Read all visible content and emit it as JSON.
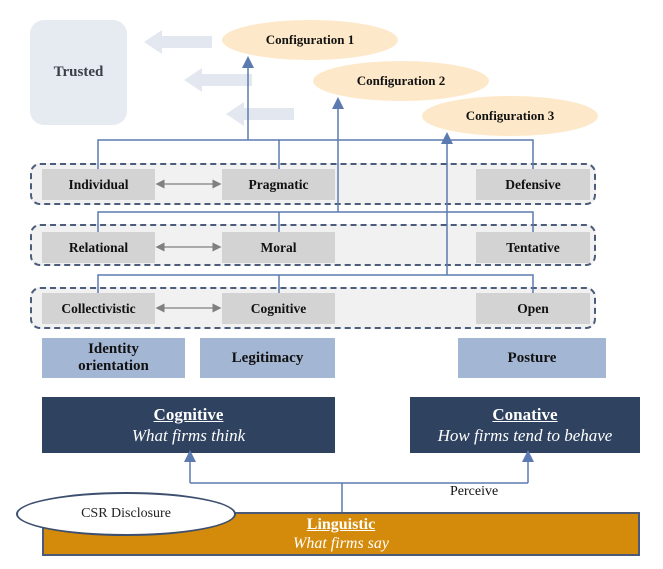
{
  "outcome": {
    "label": "Trusted"
  },
  "configurations": [
    {
      "label": "Configuration 1"
    },
    {
      "label": "Configuration 2"
    },
    {
      "label": "Configuration 3"
    }
  ],
  "rows": [
    {
      "identity": "Individual",
      "legitimacy": "Pragmatic",
      "posture": "Defensive"
    },
    {
      "identity": "Relational",
      "legitimacy": "Moral",
      "posture": "Tentative"
    },
    {
      "identity": "Collectivistic",
      "legitimacy": "Cognitive",
      "posture": "Open"
    }
  ],
  "categories": {
    "identity": "Identity orientation",
    "legitimacy": "Legitimacy",
    "posture": "Posture"
  },
  "cognitive": {
    "title": "Cognitive",
    "subtitle": "What firms think"
  },
  "conative": {
    "title": "Conative",
    "subtitle": "How firms tend to behave"
  },
  "linguistic": {
    "title": "Linguistic",
    "subtitle": "What firms say"
  },
  "csr": {
    "label": "CSR Disclosure"
  },
  "perceive": {
    "label": "Perceive"
  },
  "colors": {
    "connector": "#5b7bb0",
    "dark_box": "#2f4260",
    "category_box": "#a3b6d3",
    "linguistic_bar": "#d48a0a",
    "configuration": "#fde9c9",
    "trusted": "#e6eaf1"
  }
}
